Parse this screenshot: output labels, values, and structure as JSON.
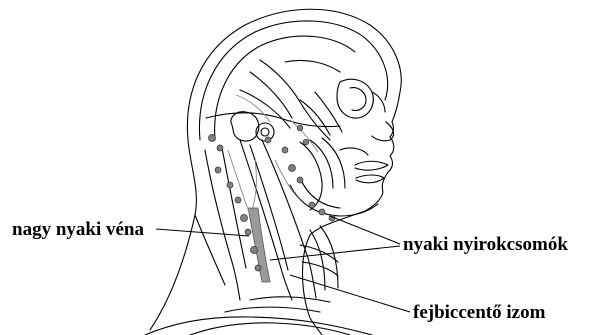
{
  "labels": {
    "vein": "nagy nyaki véna",
    "nodes": "nyaki nyirokcsomók",
    "muscle": "fejbiccentő izom"
  },
  "colors": {
    "line": "#000000",
    "shading": "#9a9a9a",
    "node": "#808080",
    "background": "#ffffff"
  }
}
